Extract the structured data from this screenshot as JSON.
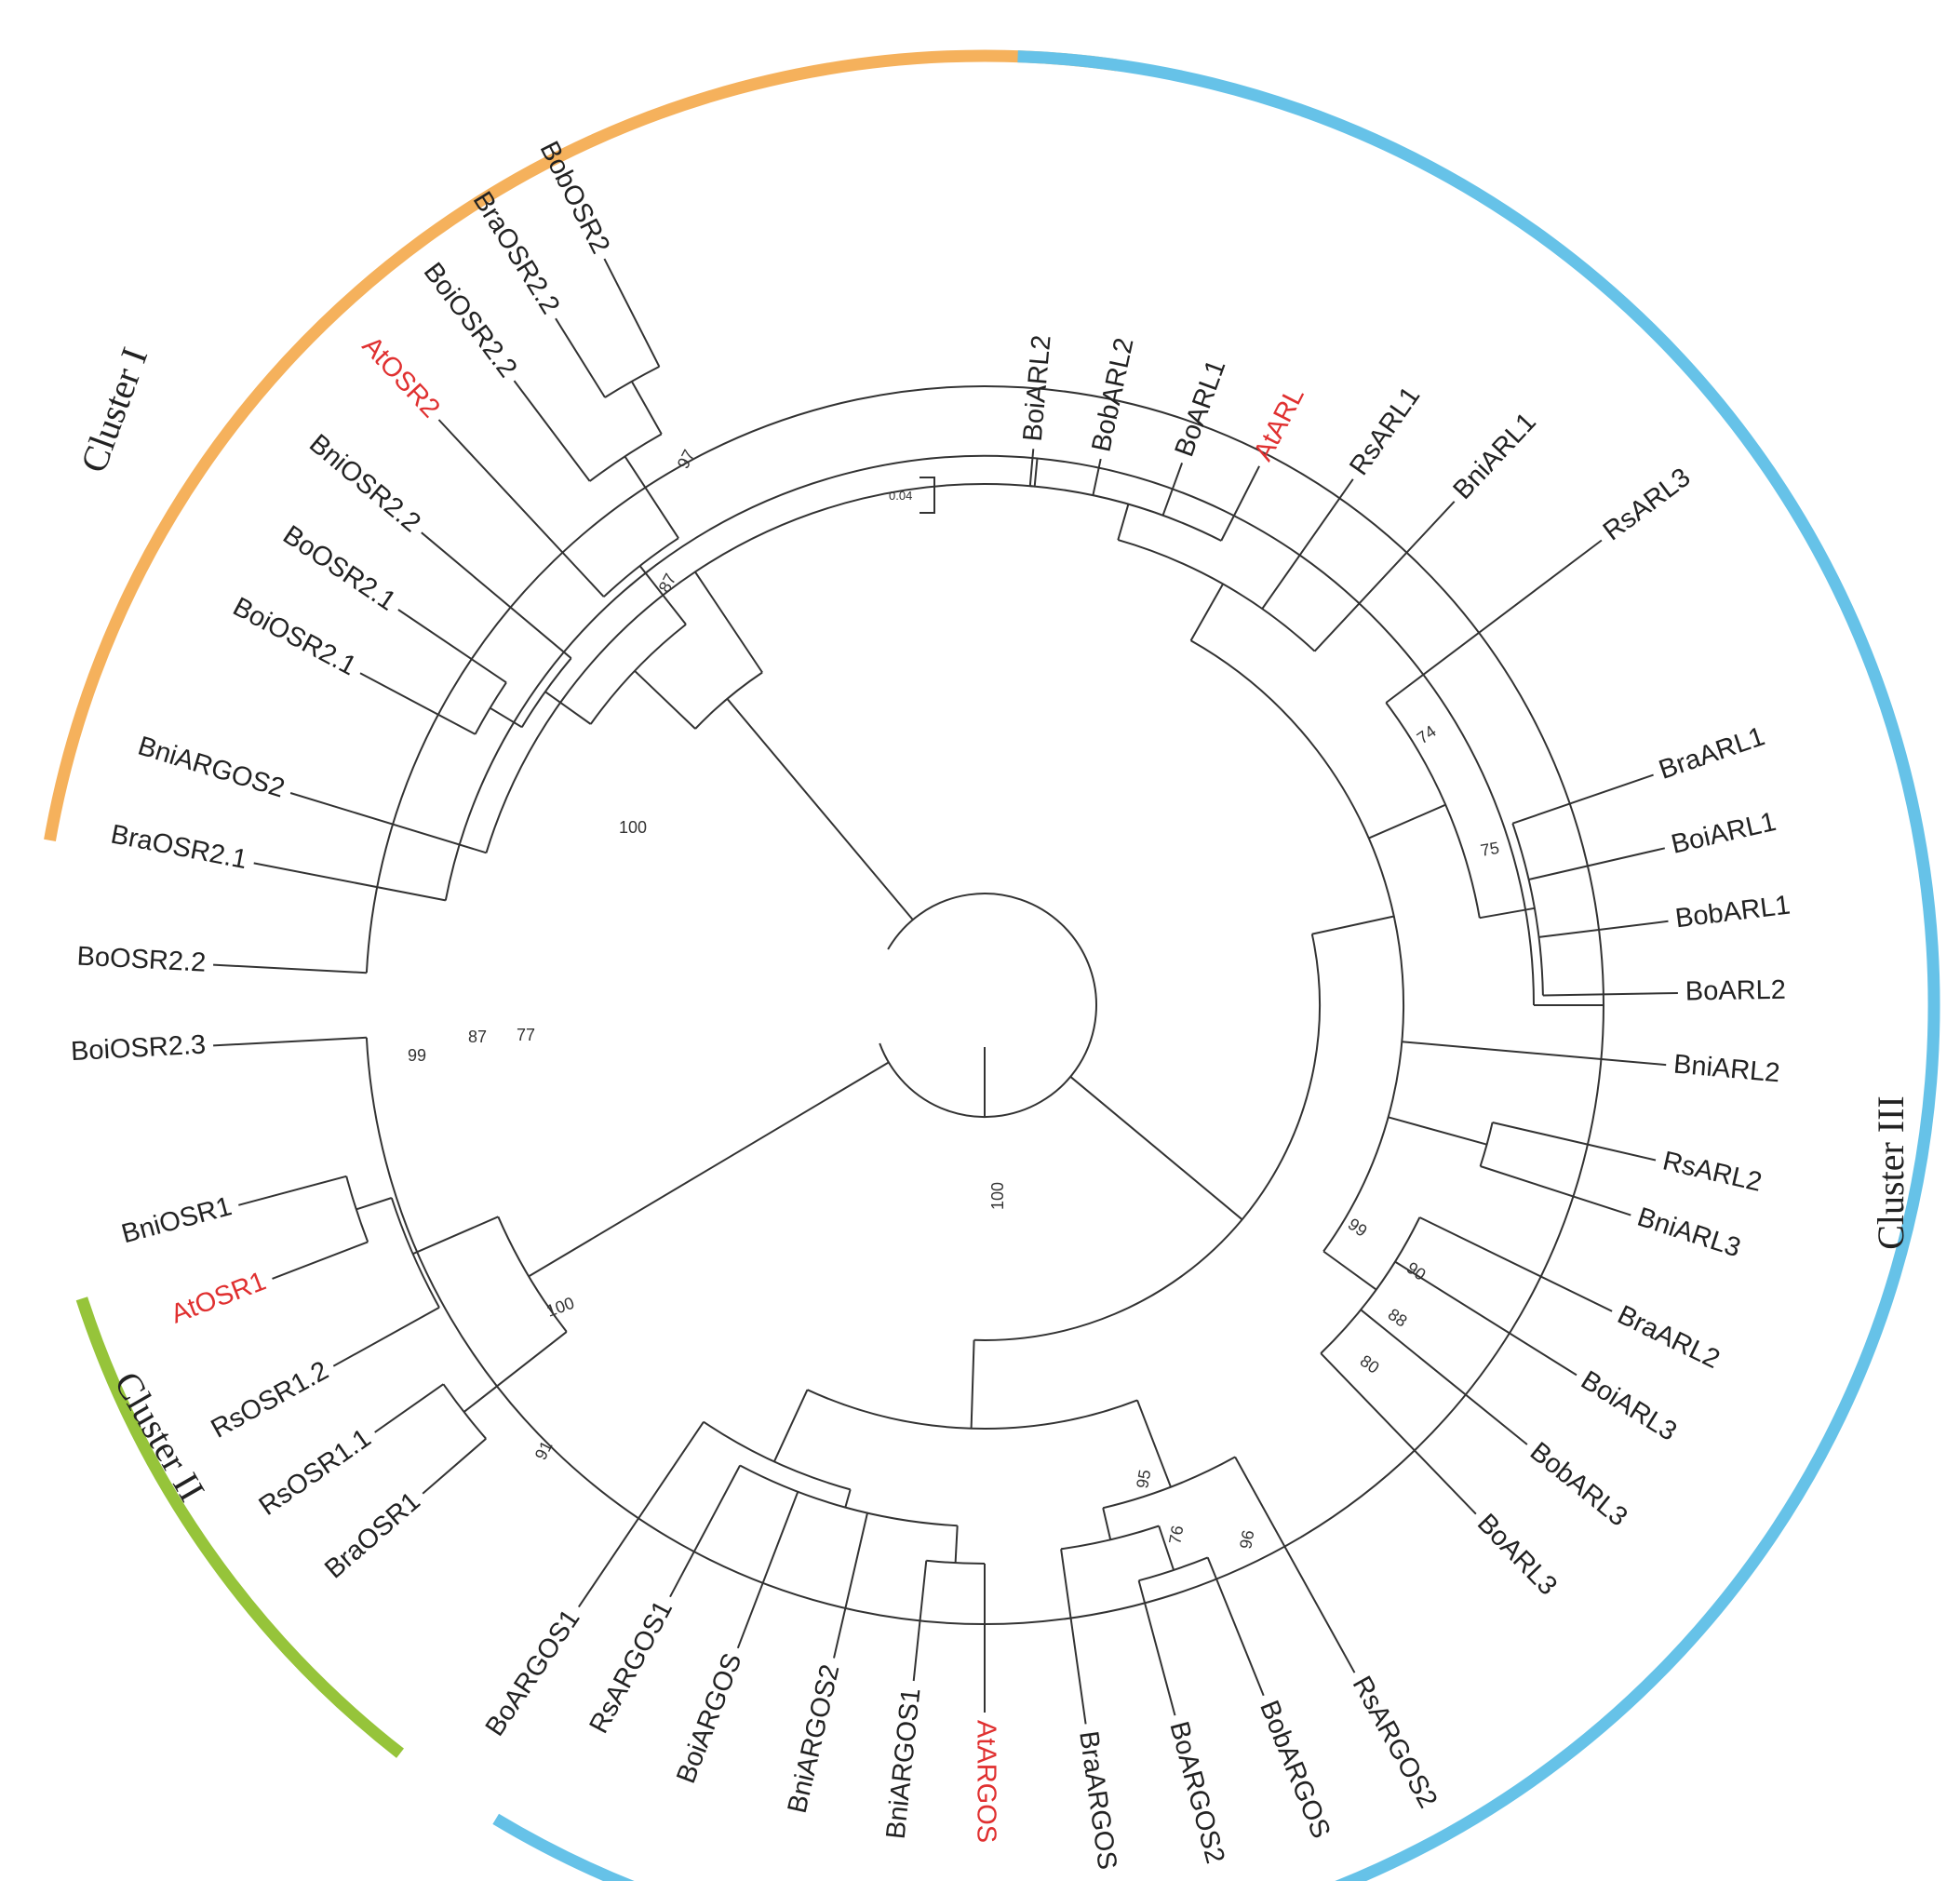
{
  "colors": {
    "cluster1": "#F5B15C",
    "cluster2": "#96C43A",
    "cluster3": "#66C2E8",
    "highlight": "#E03030",
    "line": "#333333"
  },
  "clusters": [
    {
      "label": "Cluster I",
      "color": "#F5B15C"
    },
    {
      "label": "Cluster II",
      "color": "#96C43A"
    },
    {
      "label": "Cluster III",
      "color": "#66C2E8"
    }
  ],
  "scale_bar": "0.04",
  "leaves": [
    {
      "label": "BobOSR2",
      "highlight": false
    },
    {
      "label": "BraOSR2.2",
      "highlight": false
    },
    {
      "label": "BoiOSR2.2",
      "highlight": false
    },
    {
      "label": "AtOSR2",
      "highlight": true
    },
    {
      "label": "BniOSR2.2",
      "highlight": false
    },
    {
      "label": "BoOSR2.1",
      "highlight": false
    },
    {
      "label": "BoiOSR2.1",
      "highlight": false
    },
    {
      "label": "BniARGOS2",
      "highlight": false
    },
    {
      "label": "BraOSR2.1",
      "highlight": false
    },
    {
      "label": "BoOSR2.2",
      "highlight": false
    },
    {
      "label": "BoiOSR2.3",
      "highlight": false
    },
    {
      "label": "BniOSR1",
      "highlight": false
    },
    {
      "label": "AtOSR1",
      "highlight": true
    },
    {
      "label": "RsOSR1.2",
      "highlight": false
    },
    {
      "label": "RsOSR1.1",
      "highlight": false
    },
    {
      "label": "BraOSR1",
      "highlight": false
    },
    {
      "label": "BoARGOS1",
      "highlight": false
    },
    {
      "label": "RsARGOS1",
      "highlight": false
    },
    {
      "label": "BoiARGOS",
      "highlight": false
    },
    {
      "label": "BniARGOS2",
      "highlight": false
    },
    {
      "label": "BniARGOS1",
      "highlight": false
    },
    {
      "label": "AtARGOS",
      "highlight": true
    },
    {
      "label": "BraARGOS",
      "highlight": false
    },
    {
      "label": "BoARGOS2",
      "highlight": false
    },
    {
      "label": "BobARGOS",
      "highlight": false
    },
    {
      "label": "RsARGOS2",
      "highlight": false
    },
    {
      "label": "BoARL3",
      "highlight": false
    },
    {
      "label": "BobARL3",
      "highlight": false
    },
    {
      "label": "BoiARL3",
      "highlight": false
    },
    {
      "label": "BraARL2",
      "highlight": false
    },
    {
      "label": "BniARL3",
      "highlight": false
    },
    {
      "label": "RsARL2",
      "highlight": false
    },
    {
      "label": "BniARL2",
      "highlight": false
    },
    {
      "label": "BoARL2",
      "highlight": false
    },
    {
      "label": "BobARL1",
      "highlight": false
    },
    {
      "label": "BoiARL1",
      "highlight": false
    },
    {
      "label": "BraARL1",
      "highlight": false
    },
    {
      "label": "RsARL3",
      "highlight": false
    },
    {
      "label": "BniARL1",
      "highlight": false
    },
    {
      "label": "RsARL1",
      "highlight": false
    },
    {
      "label": "AtARL",
      "highlight": true
    },
    {
      "label": "BoARL1",
      "highlight": false
    },
    {
      "label": "BobARL2",
      "highlight": false
    },
    {
      "label": "BoiARL2",
      "highlight": false
    }
  ],
  "bootstraps": [
    "97",
    "87",
    "100",
    "87",
    "77",
    "99",
    "100",
    "91",
    "100",
    "99",
    "95",
    "76",
    "96",
    "90",
    "88",
    "80",
    "74",
    "75"
  ]
}
